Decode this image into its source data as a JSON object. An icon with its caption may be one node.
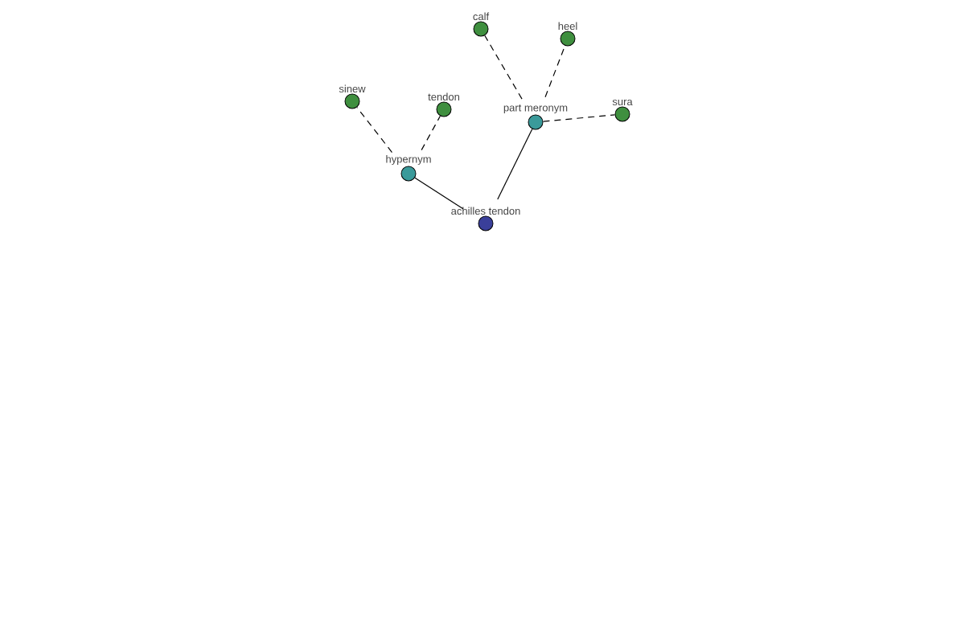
{
  "diagram": {
    "nodes": [
      {
        "text": [
          "achilles tendon"
        ]
      },
      {
        "text": [
          "hypernym"
        ]
      },
      {
        "text": [
          "part meronym"
        ]
      },
      {
        "text": [
          "sinew"
        ]
      },
      {
        "text": [
          "tendon"
        ]
      },
      {
        "text": [
          "calf"
        ]
      },
      {
        "text": [
          "heel"
        ]
      },
      {
        "text": [
          "sura"
        ]
      }
    ],
    "edges": [
      {
        "from": 0,
        "to": 1,
        "arrow": "none"
      },
      {
        "from": 0,
        "to": 2,
        "arrow": "none"
      },
      {
        "from": 1,
        "to": 3,
        "arrow": "none",
        "style": "dashed"
      },
      {
        "from": 1,
        "to": 4,
        "arrow": "none",
        "style": "dashed"
      },
      {
        "from": 2,
        "to": 5,
        "arrow": "none",
        "style": "dashed"
      },
      {
        "from": 2,
        "to": 6,
        "arrow": "none",
        "style": "dashed"
      },
      {
        "from": 2,
        "to": 7,
        "arrow": "none",
        "style": "dashed"
      }
    ]
  }
}
